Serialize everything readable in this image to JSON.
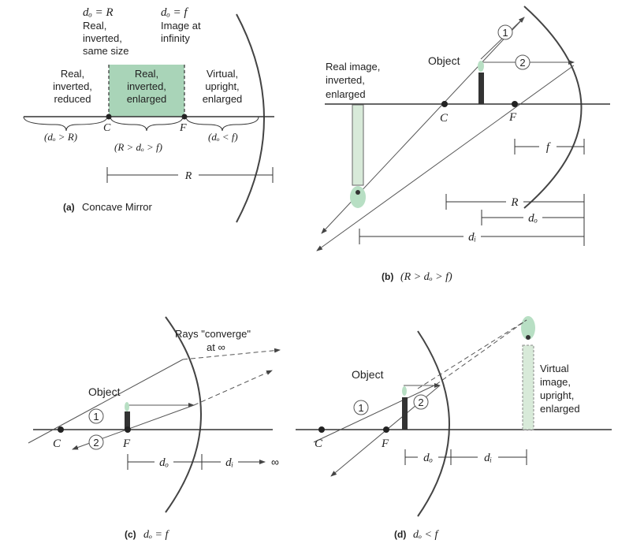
{
  "panel_a": {
    "top_do_r": "dₒ = R",
    "top_left_1": "Real,",
    "top_left_2": "inverted,",
    "top_left_3": "same size",
    "top_do_f": "dₒ = f",
    "top_right_1": "Image at",
    "top_right_2": "infinity",
    "region1_1": "Real,",
    "region1_2": "inverted,",
    "region1_3": "reduced",
    "region2_1": "Real,",
    "region2_2": "inverted,",
    "region2_3": "enlarged",
    "region3_1": "Virtual,",
    "region3_2": "upright,",
    "region3_3": "enlarged",
    "label_c": "C",
    "label_f": "F",
    "cond_1": "(dₒ > R)",
    "cond_2": "(R > dₒ > f)",
    "cond_3": "(dₒ < f)",
    "label_r": "R",
    "caption_letter": "(a)",
    "caption_text": "Concave Mirror"
  },
  "panel_b": {
    "ray1": "1",
    "ray2": "2",
    "object": "Object",
    "image_1": "Real image,",
    "image_2": "inverted,",
    "image_3": "enlarged",
    "label_c": "C",
    "label_f": "F",
    "label_f_dim": "f",
    "label_r": "R",
    "label_do": "dₒ",
    "label_di": "dᵢ",
    "caption_letter": "(b)",
    "caption_text": "(R > dₒ > f)"
  },
  "panel_c": {
    "rays_1": "Rays \"converge\"",
    "rays_2": "at ∞",
    "object": "Object",
    "ray1": "1",
    "ray2": "2",
    "label_c": "C",
    "label_f": "F",
    "label_do": "dₒ",
    "label_di": "dᵢ",
    "label_inf": "∞",
    "caption_letter": "(c)",
    "caption_text": "dₒ = f"
  },
  "panel_d": {
    "object": "Object",
    "ray1": "1",
    "ray2": "2",
    "label_c": "C",
    "label_f": "F",
    "label_do": "dₒ",
    "label_di": "dᵢ",
    "image_1": "Virtual",
    "image_2": "image,",
    "image_3": "upright,",
    "image_4": "enlarged",
    "caption_letter": "(d)",
    "caption_text": "dₒ < f"
  },
  "colors": {
    "highlight": "#a9d4b8",
    "line": "#333333",
    "ray": "#555555",
    "flame": "#b8dfc4"
  }
}
